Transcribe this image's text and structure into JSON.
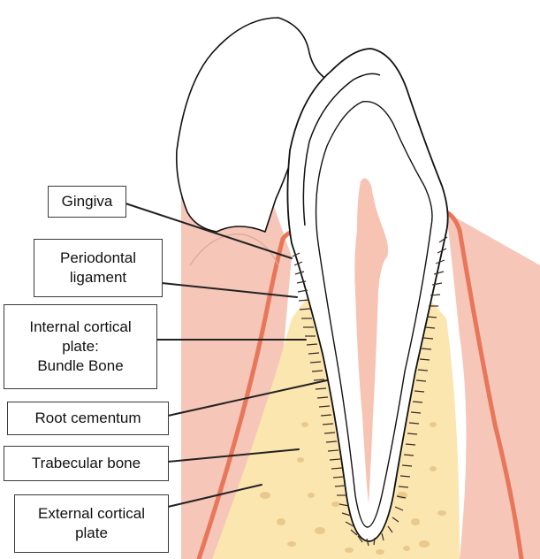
{
  "labels": {
    "gingiva": "Gingiva",
    "periodontal_ligament": "Periodontal\nligament",
    "internal_cortical_plate": "Internal cortical\nplate:\nBundle Bone",
    "root_cementum": "Root cementum",
    "trabecular_bone": "Trabecular bone",
    "external_cortical_plate": "External cortical\nplate"
  },
  "colors": {
    "gingiva_pink": "#f6c6b8",
    "gingiva_edge": "#e8765a",
    "bone_yellow": "#fbe6b0",
    "pulp_pink": "#f7c3b3",
    "tooth_outline": "#111111",
    "leader_line": "#222222"
  }
}
